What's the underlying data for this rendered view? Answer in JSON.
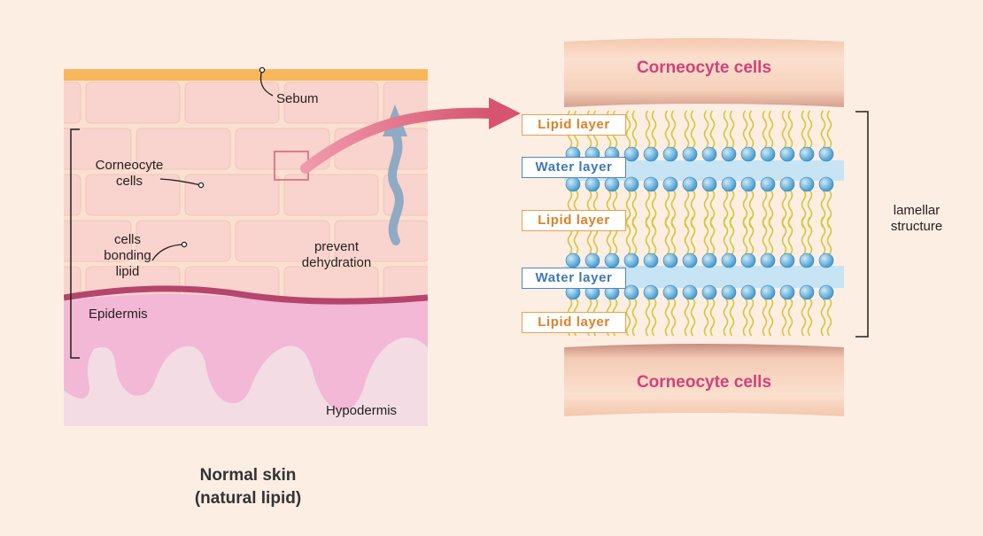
{
  "left_diagram": {
    "sebum": "Sebum",
    "corneocyte_cells": "Corneocyte\ncells",
    "cells_bonding_lipid": "cells\nbonding\nlipid",
    "prevent_dehydration": "prevent\ndehydration",
    "epidermis": "Epidermis",
    "hypodermis": "Hypodermis",
    "caption_line1": "Normal skin",
    "caption_line2": "(natural lipid)"
  },
  "right_diagram": {
    "top_cells": "Corneocyte cells",
    "bottom_cells": "Corneocyte cells",
    "layers": [
      "Lipid layer",
      "Water layer",
      "Lipid layer",
      "Water layer",
      "Lipid layer"
    ],
    "bracket_label": "lamellar\nstructure"
  },
  "colors": {
    "background": "#fdeee4",
    "sebum": "#f7b85c",
    "skin_cells": "#f9d3cd",
    "epidermis_band": "#b5456c",
    "dermis": "#f2b8d6",
    "hypodermis": "#f3dce4",
    "arrow": "#d95c76",
    "water": "#c7e4f5",
    "lipid_head": "#4aa3d6",
    "lipid_tail": "#d8c63a"
  }
}
